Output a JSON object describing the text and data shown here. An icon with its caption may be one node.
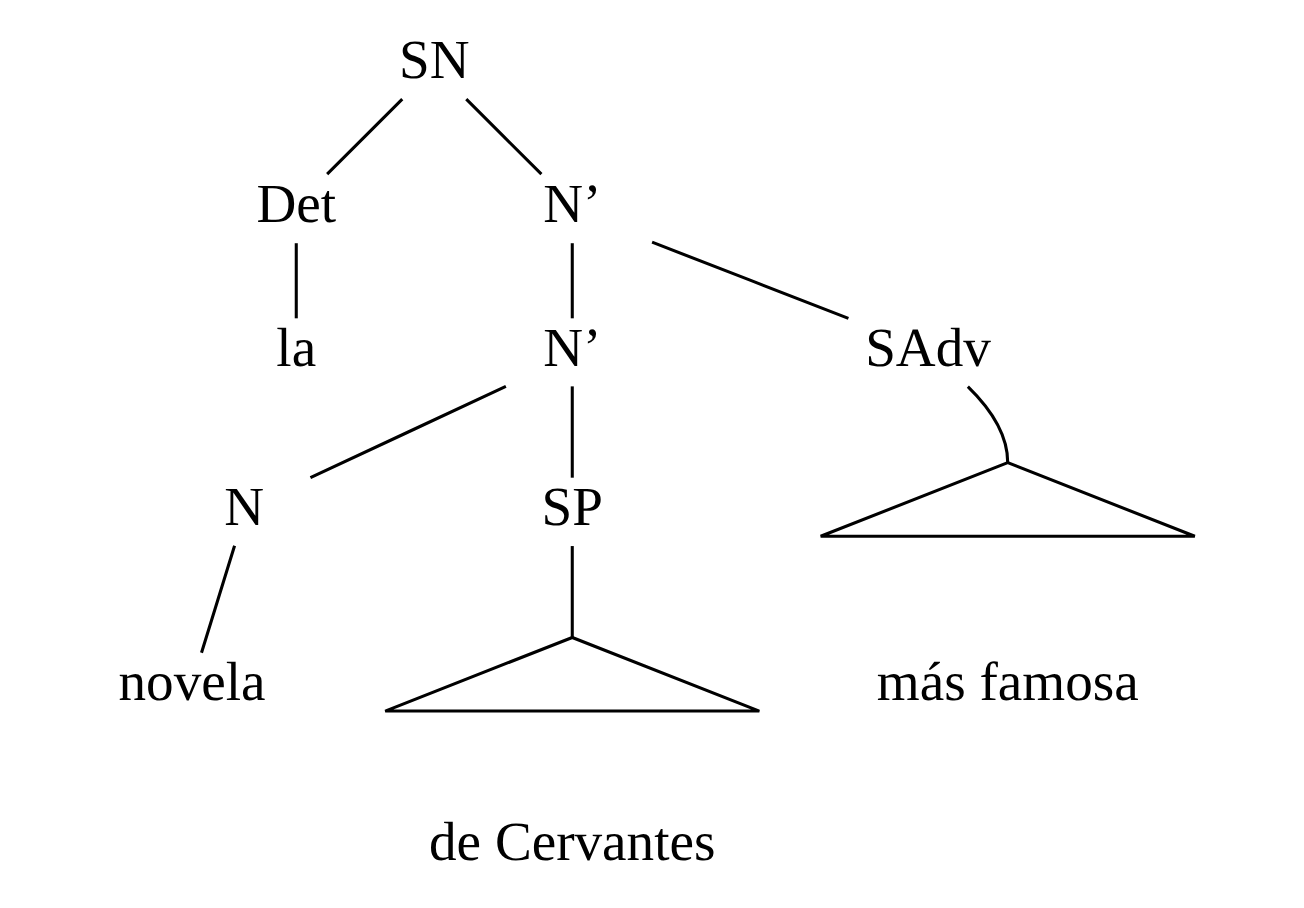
{
  "diagram": {
    "nodes": [
      {
        "text": [
          "SN"
        ]
      },
      {
        "text": [
          "Det"
        ]
      },
      {
        "text": [
          "N’"
        ]
      },
      {
        "text": [
          "la"
        ]
      },
      {
        "text": [
          "N’"
        ]
      },
      {
        "text": [
          "SAdv"
        ]
      },
      {
        "text": [],
        "shape": "triangle",
        "beside": [
          "más famosa"
        ]
      },
      {
        "text": [
          "N"
        ]
      },
      {
        "text": [
          "SP"
        ]
      },
      {
        "text": [
          "novela"
        ]
      },
      {
        "text": [],
        "shape": "triangle",
        "beside": [
          "de Cervantes"
        ]
      }
    ],
    "edges": [
      {
        "from": 0,
        "to": 1,
        "arrow": "none"
      },
      {
        "from": 0,
        "to": 2,
        "arrow": "none"
      },
      {
        "from": 1,
        "to": 3,
        "arrow": "none"
      },
      {
        "from": 2,
        "to": 4,
        "arrow": "none"
      },
      {
        "from": 2,
        "to": 5,
        "arrow": "none"
      },
      {
        "from": 5,
        "to": 6,
        "arrow": "none"
      },
      {
        "from": 4,
        "to": 7,
        "arrow": "none"
      },
      {
        "from": 4,
        "to": 8,
        "arrow": "none"
      },
      {
        "from": 7,
        "to": 9,
        "arrow": "none"
      },
      {
        "from": 8,
        "to": 10,
        "arrow": "none"
      }
    ]
  }
}
